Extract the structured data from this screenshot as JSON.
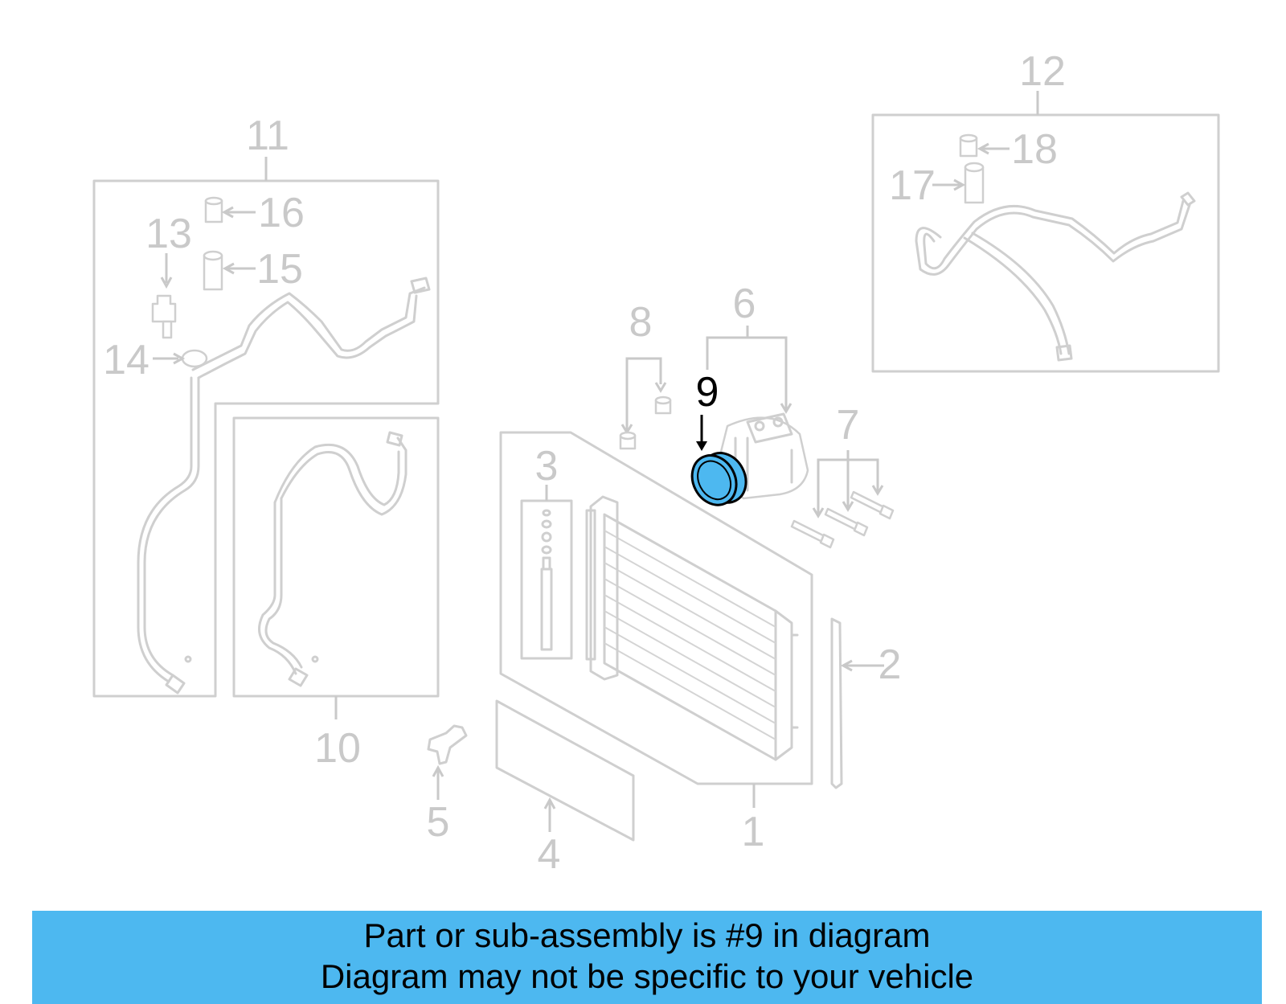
{
  "diagram": {
    "highlighted_part": "9",
    "callouts": [
      "1",
      "2",
      "3",
      "4",
      "5",
      "6",
      "7",
      "8",
      "9",
      "10",
      "11",
      "12",
      "13",
      "14",
      "15",
      "16",
      "17",
      "18"
    ]
  },
  "colors": {
    "background": "#ffffff",
    "part_line": "#cfcfcf",
    "label": "#c9c9c9",
    "highlight_fill": "#4db8f0",
    "highlight_label": "#000000",
    "banner_bg": "#4db8f0"
  },
  "banner": {
    "line1": "Part or sub-assembly is #9 in diagram",
    "line2": "Diagram may not be specific to your vehicle"
  }
}
